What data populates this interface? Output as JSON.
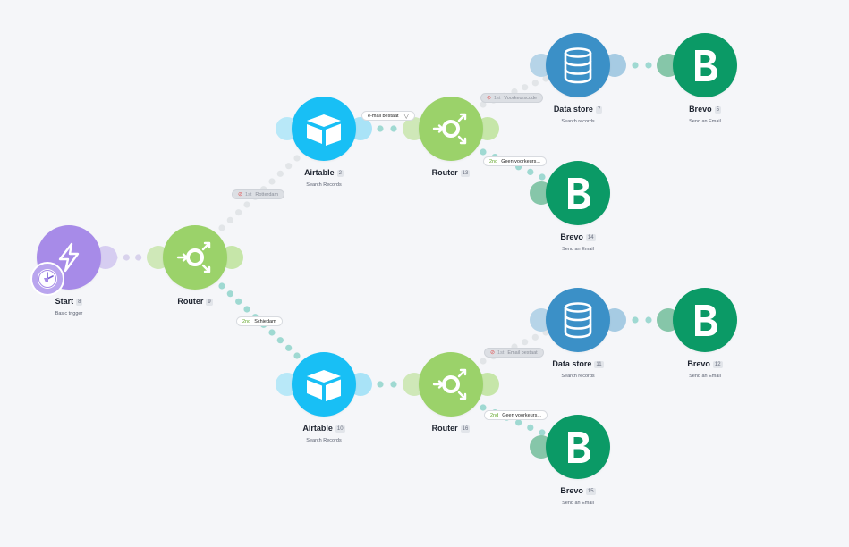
{
  "colors": {
    "trigger": "#a78be8",
    "router": "#9bd26a",
    "airtable": "#18bff5",
    "datastore": "#3b90c7",
    "brevo": "#0b9a66",
    "connector_active": "#9fd9d2",
    "connector_inactive": "#e2e5e8"
  },
  "modules": {
    "start": {
      "name": "Start",
      "num": "8",
      "sub": "Basic trigger",
      "icon": "lightning-icon"
    },
    "router9": {
      "name": "Router",
      "num": "9",
      "icon": "router-icon"
    },
    "airtable2": {
      "name": "Airtable",
      "num": "2",
      "sub": "Search Records",
      "icon": "airtable-icon"
    },
    "router13": {
      "name": "Router",
      "num": "13",
      "icon": "router-icon"
    },
    "datastore7": {
      "name": "Data store",
      "num": "7",
      "sub": "Search records",
      "icon": "database-icon"
    },
    "brevo5": {
      "name": "Brevo",
      "num": "5",
      "sub": "Send an Email",
      "icon": "brevo-icon"
    },
    "brevo14": {
      "name": "Brevo",
      "num": "14",
      "sub": "Send an Email",
      "icon": "brevo-icon"
    },
    "airtable10": {
      "name": "Airtable",
      "num": "10",
      "sub": "Search Records",
      "icon": "airtable-icon"
    },
    "router16": {
      "name": "Router",
      "num": "16",
      "icon": "router-icon"
    },
    "datastore11": {
      "name": "Data store",
      "num": "11",
      "sub": "Search records",
      "icon": "database-icon"
    },
    "brevo12": {
      "name": "Brevo",
      "num": "12",
      "sub": "Send an Email",
      "icon": "brevo-icon"
    },
    "brevo15": {
      "name": "Brevo",
      "num": "15",
      "sub": "Send an Email",
      "icon": "brevo-icon"
    }
  },
  "filters": {
    "rotterdam": {
      "order": "1st",
      "label": "Rotterdam"
    },
    "schiedam": {
      "order": "2nd",
      "label": "Schiedam"
    },
    "email_exists": {
      "label": "e-mail bestaat"
    },
    "voorkeurscode": {
      "order": "1st",
      "label": "Voorkeurscode"
    },
    "geen1": {
      "order": "2nd",
      "label": "Geen voorkeurs..."
    },
    "email_bestaat2": {
      "order": "1st",
      "label": "Email bestaat"
    },
    "geen2": {
      "order": "2nd",
      "label": "Geen voorkeurs..."
    }
  }
}
